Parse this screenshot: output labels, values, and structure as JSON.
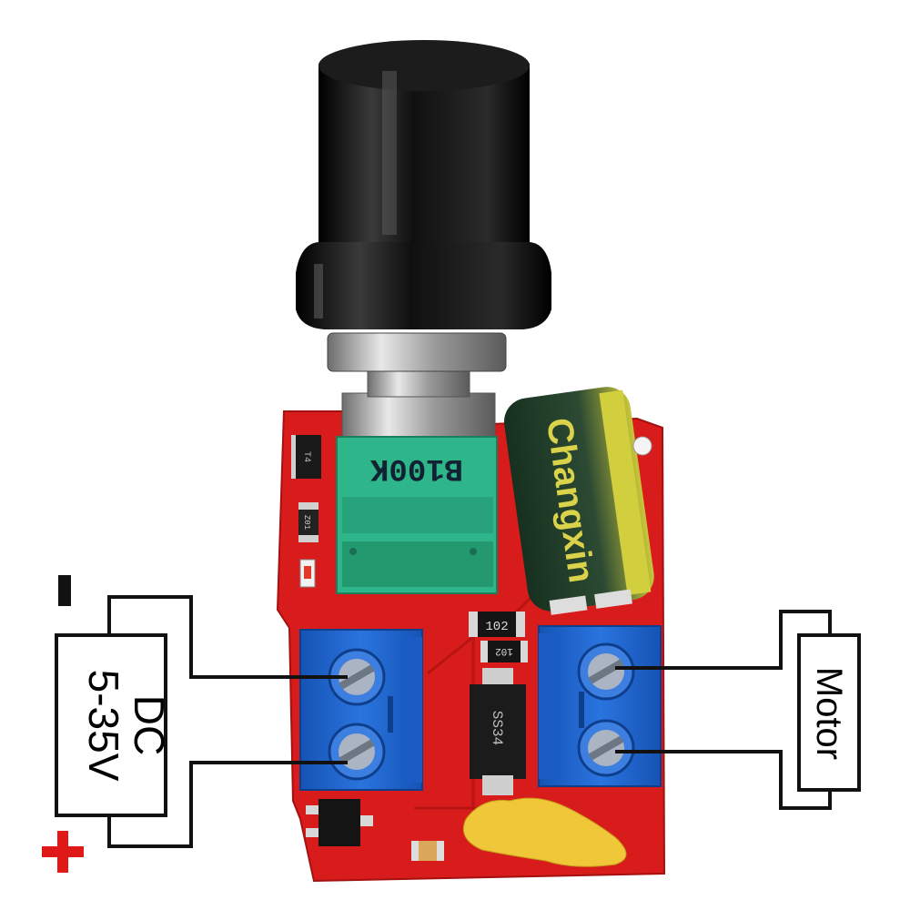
{
  "labels": {
    "dc": "DC",
    "voltage": "5-35V",
    "motor": "Motor",
    "minus": "-",
    "plus": "+",
    "pot_value": "B100K",
    "cap_brand": "Changxin",
    "resistor_1": "102",
    "resistor_2": "102",
    "diode_mark": "SS34",
    "zener_mark": "Z01",
    "chip_mark": "T4"
  },
  "colors": {
    "pcb": "#d81c1c",
    "terminal": "#1f63c9",
    "pot_body": "#2fb58a",
    "capacitor": "#1f3b2a",
    "knob": "#111111",
    "wire": "#111111",
    "plus_sign": "#e01818",
    "minus_sign": "#111111"
  }
}
